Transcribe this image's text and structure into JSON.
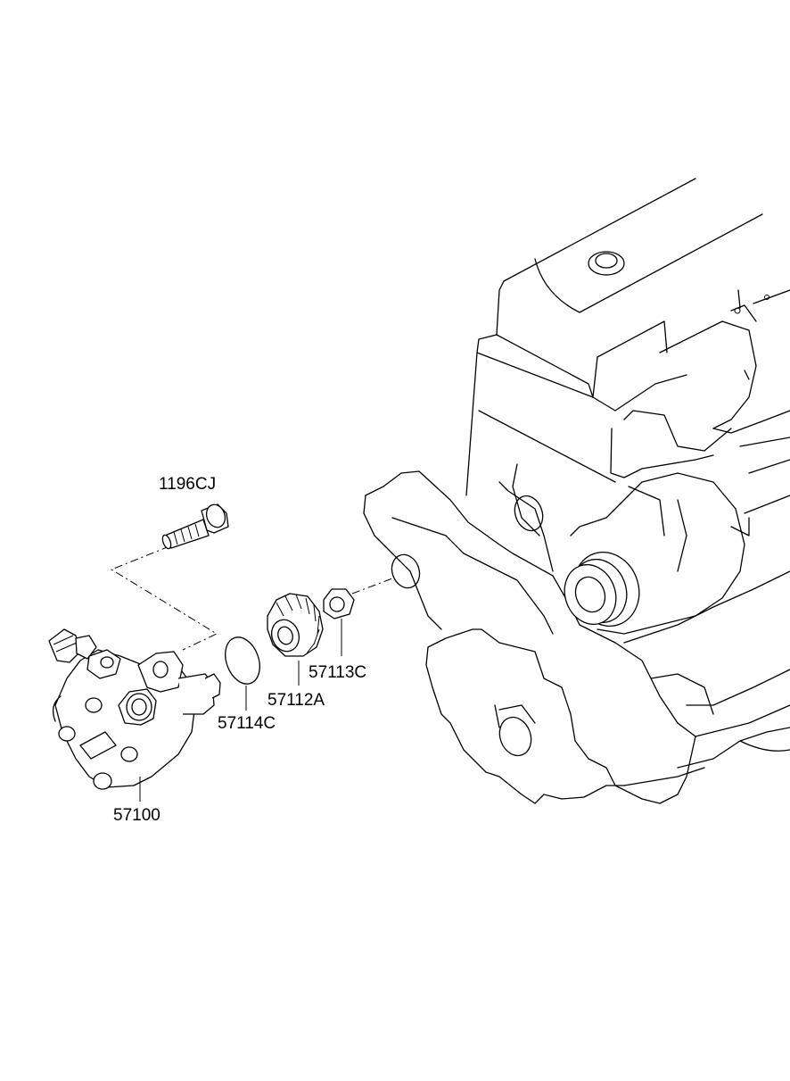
{
  "callouts": [
    {
      "id": "bolt",
      "part_number": "1196CJ"
    },
    {
      "id": "pump",
      "part_number": "57100"
    },
    {
      "id": "o-ring",
      "part_number": "57114C"
    },
    {
      "id": "gear",
      "part_number": "57112A"
    },
    {
      "id": "nut",
      "part_number": "57113C"
    }
  ]
}
